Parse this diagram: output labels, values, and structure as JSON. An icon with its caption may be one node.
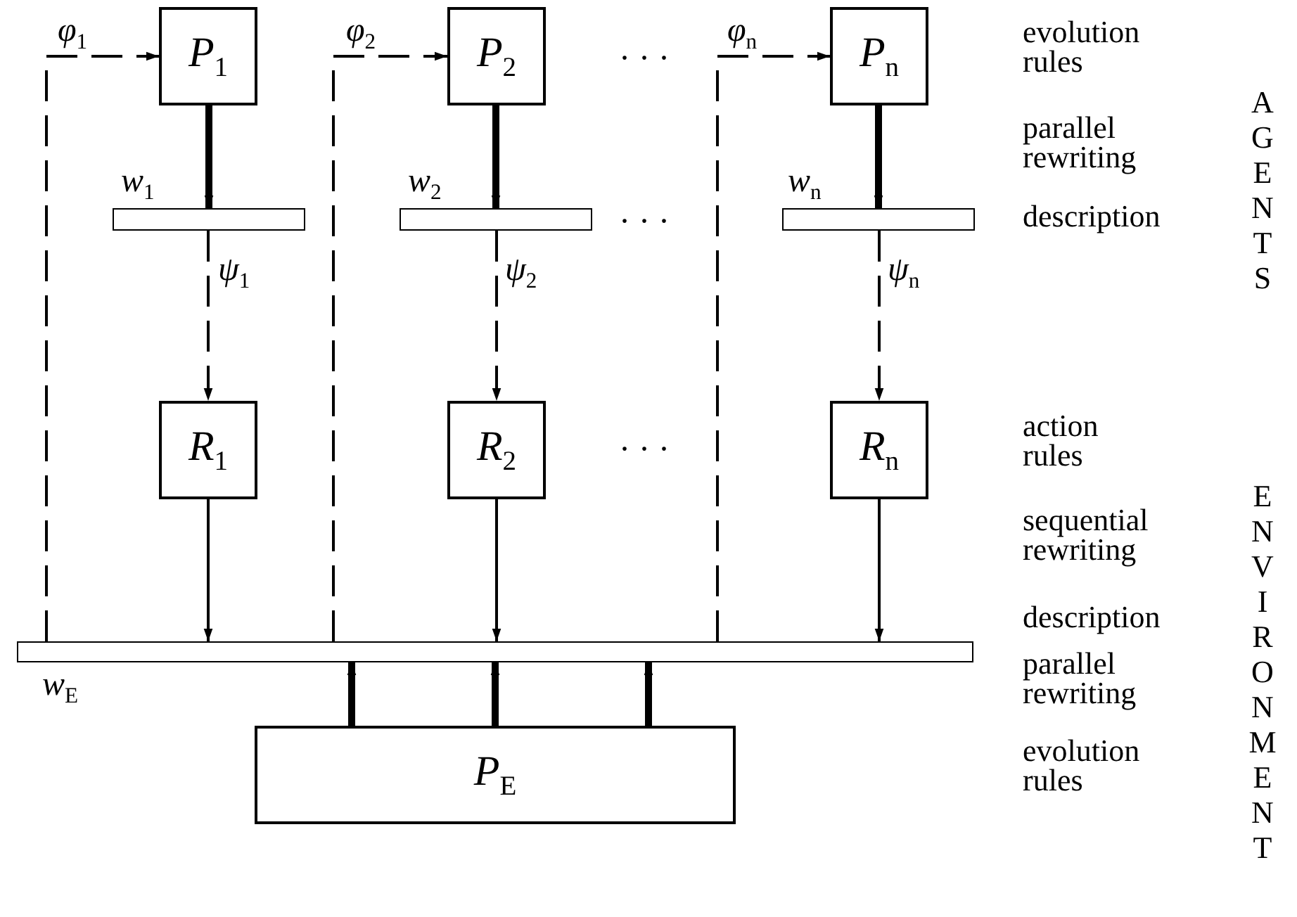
{
  "diagram": {
    "nodes": [
      {
        "text": [
          "*P*$_{1}$"
        ]
      },
      {
        "text": [
          "*P*$_{2}$"
        ]
      },
      {
        "text": [
          "*P*$_{n}$"
        ]
      },
      {
        "text": [],
        "shape": "bar",
        "beside": [
          "*w*$_{1}$"
        ]
      },
      {
        "text": [],
        "shape": "bar",
        "beside": [
          "*w*$_{2}$"
        ]
      },
      {
        "text": [],
        "shape": "bar",
        "beside": [
          "*w*$_{n}$"
        ]
      },
      {
        "text": [
          "*R*$_{1}$"
        ]
      },
      {
        "text": [
          "*R*$_{2}$"
        ]
      },
      {
        "text": [
          "*R*$_{n}$"
        ]
      },
      {
        "text": [],
        "shape": "bar",
        "beside": [
          "*w*$_{E}$"
        ]
      },
      {
        "text": [
          "*P*$_{E}$"
        ]
      }
    ],
    "edges": [
      {
        "from": 0,
        "to": 3,
        "arrow": "to",
        "style": "thick"
      },
      {
        "from": 3,
        "to": 6,
        "arrow": "to",
        "style": "dashed",
        "label": "*ψ*$_{1}$"
      },
      {
        "from": 6,
        "to": 9,
        "arrow": "to"
      },
      {
        "from": 9,
        "to": 0,
        "arrow": "to",
        "style": "dashed",
        "label": "*φ*$_{1}$"
      },
      {
        "from": 1,
        "to": 4,
        "arrow": "to",
        "style": "thick"
      },
      {
        "from": 4,
        "to": 7,
        "arrow": "to",
        "style": "dashed",
        "label": "*ψ*$_{2}$"
      },
      {
        "from": 7,
        "to": 9,
        "arrow": "to"
      },
      {
        "from": 9,
        "to": 1,
        "arrow": "to",
        "style": "dashed",
        "label": "*φ*$_{2}$"
      },
      {
        "from": 2,
        "to": 5,
        "arrow": "to",
        "style": "thick"
      },
      {
        "from": 5,
        "to": 8,
        "arrow": "to",
        "style": "dashed",
        "label": "*ψ*$_{n}$"
      },
      {
        "from": 8,
        "to": 9,
        "arrow": "to"
      },
      {
        "from": 9,
        "to": 2,
        "arrow": "to",
        "style": "dashed",
        "label": "*φ*$_{n}$"
      },
      {
        "from": 10,
        "to": 9,
        "arrow": "to",
        "style": "thick"
      },
      {
        "from": 10,
        "to": 9,
        "arrow": "to",
        "style": "thick"
      },
      {
        "from": 10,
        "to": 9,
        "arrow": "to",
        "style": "thick"
      }
    ],
    "labels": [
      "· · ·",
      "· · ·",
      "· · ·",
      "evolution rules",
      "parallel rewriting",
      "description",
      "action rules",
      "sequential rewriting",
      "description",
      "parallel rewriting",
      "evolution rules",
      "AGENTS",
      "ENVIRONMENT"
    ]
  }
}
